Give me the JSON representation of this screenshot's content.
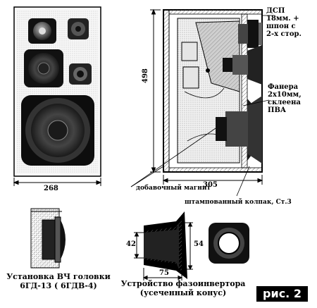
{
  "front_view": {
    "width_dim": "268"
  },
  "side_view": {
    "height_dim": "498",
    "depth_dim": "305",
    "label_dsp": [
      "ДСП",
      "18мм. +",
      "шпон с",
      "2-х стор."
    ],
    "label_plywood": [
      "Фанера",
      "2х10мм,",
      "склеена",
      "ПВА"
    ],
    "label_magnet": "добавочный магнит",
    "label_cap": "штампованный колпак, Ст.3"
  },
  "tweeter_caption": [
    "Установка ВЧ головки",
    "6ГД-13 ( 6ГДВ-4)"
  ],
  "port": {
    "dim_left": "42",
    "dim_right": "54",
    "dim_length": "75",
    "caption": [
      "Устройство фазоинвертора",
      "(усеченный  конус)"
    ]
  },
  "figure_badge": "рис. 2"
}
